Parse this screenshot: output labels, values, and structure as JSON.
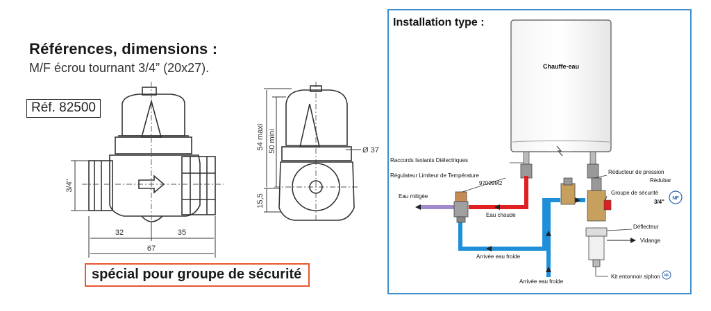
{
  "left": {
    "title": "Références, dimensions :",
    "subtitle": "M/F écrou tournant 3/4” (20x27).",
    "reference": "Réf. 82500",
    "special": "spécial pour groupe de sécurité",
    "dimensions": {
      "thread": "3/4\"",
      "left_len": "32",
      "right_len": "35",
      "total_len": "67",
      "height_max": "54 maxi",
      "height_min": "50 mini",
      "bottom": "15,5",
      "diameter": "Ø 37"
    }
  },
  "right": {
    "title": "Installation type :",
    "labels": {
      "heater": "Chauffe-eau",
      "raccords": "Raccords Isolants Diélectriques",
      "regulateur": "Régulateur Limiteur de Température",
      "regulateur_ref": "97009M2",
      "eau_mitigee": "Eau mitigée",
      "eau_chaude": "Eau chaude",
      "arrivee_froide_1": "Arrivée eau froide",
      "arrivee_froide_2": "Arrivée eau froide",
      "reducteur": "Réducteur de pression",
      "redubar": "Rédubar",
      "groupe": "Groupe de sécurité",
      "groupe_size": "3/4\"",
      "deflecteur": "Déflecteur",
      "vidange": "Vidange",
      "kit": "Kit entonnoir siphon",
      "nf": "NF"
    },
    "colors": {
      "frame": "#3d8fcf",
      "hot": "#e02020",
      "cold": "#1e8fd8",
      "mixed": "#a08ccd"
    }
  }
}
